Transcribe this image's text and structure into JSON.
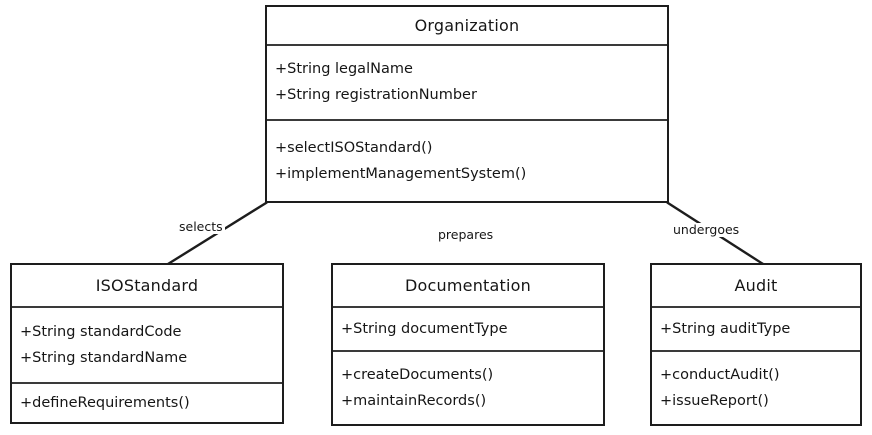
{
  "diagram": {
    "type": "uml-class-diagram",
    "classes": [
      {
        "id": "organization",
        "name": "Organization",
        "attributes": [
          "+String legalName",
          "+String registrationNumber"
        ],
        "methods": [
          "+selectISOStandard()",
          "+implementManagementSystem()"
        ]
      },
      {
        "id": "isostandard",
        "name": "ISOStandard",
        "attributes": [
          "+String standardCode",
          "+String standardName"
        ],
        "methods": [
          "+defineRequirements()"
        ]
      },
      {
        "id": "documentation",
        "name": "Documentation",
        "attributes": [
          "+String documentType"
        ],
        "methods": [
          "+createDocuments()",
          "+maintainRecords()"
        ]
      },
      {
        "id": "audit",
        "name": "Audit",
        "attributes": [
          "+String auditType"
        ],
        "methods": [
          "+conductAudit()",
          "+issueReport()"
        ]
      }
    ],
    "associations": [
      {
        "id": "selects",
        "label": "selects",
        "from": "organization",
        "to": "isostandard"
      },
      {
        "id": "prepares",
        "label": "prepares",
        "from": "organization",
        "to": "documentation"
      },
      {
        "id": "undergoes",
        "label": "undergoes",
        "from": "organization",
        "to": "audit"
      }
    ],
    "colors": {
      "stroke": "#1d1d1d",
      "divider": "#3a3a3a",
      "text": "#161616",
      "background": "#ffffff"
    }
  }
}
